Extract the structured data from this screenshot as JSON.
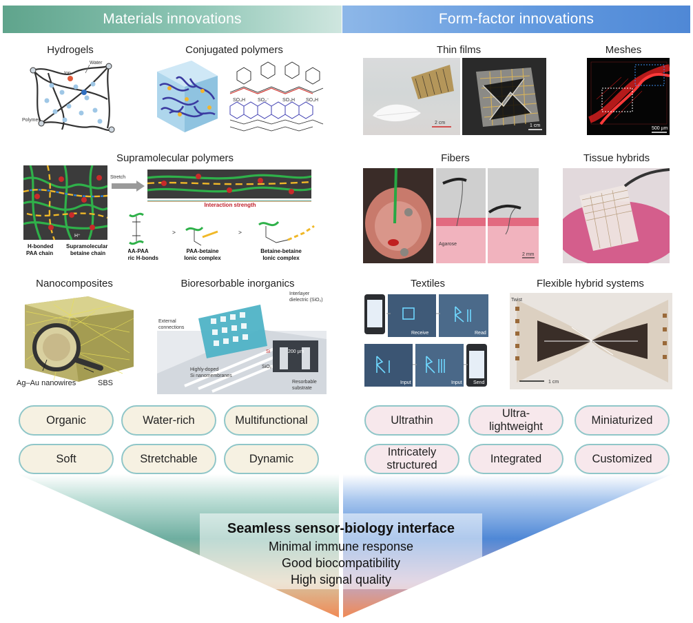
{
  "banners": {
    "materials": "Materials innovations",
    "form_factor": "Form-factor innovations"
  },
  "panels": {
    "hydrogels": {
      "title": "Hydrogels",
      "labels": {
        "water": "Water",
        "ion": "Ion",
        "polymer": "Polymer"
      }
    },
    "conjugated_polymers": {
      "title": "Conjugated polymers",
      "labels": {
        "so3h": "SO₃H",
        "so3": "SO₃⁻"
      }
    },
    "supramolecular": {
      "title": "Supramolecular  polymers",
      "labels": {
        "stretch": "Stretch",
        "interaction": "Interaction strength",
        "h_plus": "H⁺",
        "hbonded_1": "H-bonded",
        "hbonded_2": "PAA chain",
        "betaine_1": "Supramolecular",
        "betaine_2": "betaine chain",
        "s1a": "PAA-PAA",
        "s1b": "Dimeric H-bonds",
        "s2a": "PAA-betaine",
        "s2b": "Ionic complex",
        "s3a": "Betaine-betaine",
        "s3b": "Ionic complex",
        "gt": ">"
      }
    },
    "nanocomposites": {
      "title": "Nanocomposites",
      "labels": {
        "nanowires": "Ag–Au nanowires",
        "sbs": "SBS"
      }
    },
    "bioresorbable": {
      "title": "Bioresorbable inorganics",
      "labels": {
        "interlayer": "Interlayer",
        "dielectric": "dielectric (SiO₂)",
        "external_1": "External",
        "external_2": "connections",
        "doped_1": "Highly-doped",
        "doped_2": "Si nanomembranes",
        "resorb_1": "Resorbable",
        "resorb_2": "substrate",
        "si": "Si",
        "sio2": "SiO₂",
        "scale": "200 µm"
      }
    },
    "thin_films": {
      "title": "Thin films",
      "scale_left": "2 cm",
      "scale_right": "1 cm"
    },
    "meshes": {
      "title": "Meshes",
      "scale": "500 µm"
    },
    "fibers": {
      "title": "Fibers",
      "agarose": "Agarose",
      "scale": "2 mm"
    },
    "tissue_hybrids": {
      "title": "Tissue hybrids"
    },
    "textiles": {
      "title": "Textiles",
      "labels": {
        "receive": "Receive",
        "read": "Read",
        "input1": "Input",
        "input2": "Input",
        "send": "Send"
      }
    },
    "flexible": {
      "title": "Flexible hybrid systems",
      "twist": "Twist",
      "scale": "1 cm"
    }
  },
  "materials_properties": [
    "Organic",
    "Water-rich",
    "Multifunctional",
    "Soft",
    "Stretchable",
    "Dynamic"
  ],
  "form_properties": [
    [
      "Ultrathin"
    ],
    [
      "Ultra-",
      "lightweight"
    ],
    [
      "Miniaturized"
    ],
    [
      "Intricately",
      "structured"
    ],
    [
      "Integrated"
    ],
    [
      "Customized"
    ]
  ],
  "center": {
    "title": "Seamless sensor-biology interface",
    "line1": "Minimal immune response",
    "line2": "Good biocompatibility",
    "line3": "High signal quality"
  },
  "colors": {
    "materials_accent": "#5fa48c",
    "form_accent": "#4f88d6",
    "pill_border": "#8fc6c8",
    "funnel_bottom": "#f08a55"
  }
}
